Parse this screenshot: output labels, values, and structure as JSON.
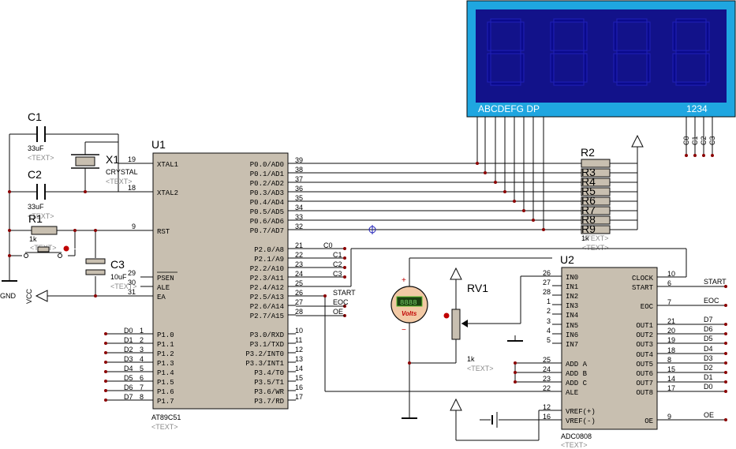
{
  "lcd": {
    "seg_labels": "ABCDEFG  DP",
    "digit_labels": "1234",
    "digit_nets": [
      "C0",
      "C1",
      "C2",
      "C3"
    ]
  },
  "u1": {
    "ref": "U1",
    "part": "AT89C51",
    "text": "<TEXT>",
    "left_pins": [
      {
        "num": "19",
        "name": "XTAL1"
      },
      {
        "num": "18",
        "name": "XTAL2"
      },
      {
        "num": "9",
        "name": "RST"
      },
      {
        "num": "29",
        "name": "PSEN"
      },
      {
        "num": "30",
        "name": "ALE"
      },
      {
        "num": "31",
        "name": "EA"
      }
    ],
    "p1_pins": [
      {
        "num": "1",
        "name": "P1.0",
        "net": "D0"
      },
      {
        "num": "2",
        "name": "P1.1",
        "net": "D1"
      },
      {
        "num": "3",
        "name": "P1.2",
        "net": "D2"
      },
      {
        "num": "4",
        "name": "P1.3",
        "net": "D3"
      },
      {
        "num": "5",
        "name": "P1.4",
        "net": "D4"
      },
      {
        "num": "6",
        "name": "P1.5",
        "net": "D5"
      },
      {
        "num": "7",
        "name": "P1.6",
        "net": "D6"
      },
      {
        "num": "8",
        "name": "P1.7",
        "net": "D7"
      }
    ],
    "p0_pins": [
      {
        "num": "39",
        "name": "P0.0/AD0"
      },
      {
        "num": "38",
        "name": "P0.1/AD1"
      },
      {
        "num": "37",
        "name": "P0.2/AD2"
      },
      {
        "num": "36",
        "name": "P0.3/AD3"
      },
      {
        "num": "35",
        "name": "P0.4/AD4"
      },
      {
        "num": "34",
        "name": "P0.5/AD5"
      },
      {
        "num": "33",
        "name": "P0.6/AD6"
      },
      {
        "num": "32",
        "name": "P0.7/AD7"
      }
    ],
    "p2_pins": [
      {
        "num": "21",
        "name": "P2.0/A8",
        "net": "C0"
      },
      {
        "num": "22",
        "name": "P2.1/A9",
        "net": "C1"
      },
      {
        "num": "23",
        "name": "P2.2/A10",
        "net": "C2"
      },
      {
        "num": "24",
        "name": "P2.3/A11",
        "net": "C3"
      },
      {
        "num": "25",
        "name": "P2.4/A12",
        "net": ""
      },
      {
        "num": "26",
        "name": "P2.5/A13",
        "net": "START"
      },
      {
        "num": "27",
        "name": "P2.6/A14",
        "net": "EOC"
      },
      {
        "num": "28",
        "name": "P2.7/A15",
        "net": "OE"
      }
    ],
    "p3_pins": [
      {
        "num": "10",
        "name": "P3.0/RXD"
      },
      {
        "num": "11",
        "name": "P3.1/TXD"
      },
      {
        "num": "12",
        "name": "P3.2/INT0"
      },
      {
        "num": "13",
        "name": "P3.3/INT1"
      },
      {
        "num": "14",
        "name": "P3.4/T0"
      },
      {
        "num": "15",
        "name": "P3.5/T1"
      },
      {
        "num": "16",
        "name": "P3.6/WR"
      },
      {
        "num": "17",
        "name": "P3.7/RD"
      }
    ]
  },
  "u2": {
    "ref": "U2",
    "part": "ADC0808",
    "text": "<TEXT>",
    "left_pins": [
      {
        "num": "26",
        "name": "IN0"
      },
      {
        "num": "27",
        "name": "IN1"
      },
      {
        "num": "28",
        "name": "IN2"
      },
      {
        "num": "1",
        "name": "IN3"
      },
      {
        "num": "2",
        "name": "IN4"
      },
      {
        "num": "3",
        "name": "IN5"
      },
      {
        "num": "4",
        "name": "IN6"
      },
      {
        "num": "5",
        "name": "IN7"
      },
      {
        "num": "25",
        "name": "ADD A"
      },
      {
        "num": "24",
        "name": "ADD B"
      },
      {
        "num": "23",
        "name": "ADD C"
      },
      {
        "num": "22",
        "name": "ALE"
      },
      {
        "num": "12",
        "name": "VREF(+)"
      },
      {
        "num": "16",
        "name": "VREF(-)"
      }
    ],
    "right_pins": [
      {
        "num": "10",
        "name": "CLOCK",
        "net": ""
      },
      {
        "num": "6",
        "name": "START",
        "net": "START"
      },
      {
        "num": "7",
        "name": "EOC",
        "net": "EOC"
      },
      {
        "num": "21",
        "name": "OUT1",
        "net": "D7"
      },
      {
        "num": "20",
        "name": "OUT2",
        "net": "D6"
      },
      {
        "num": "19",
        "name": "OUT3",
        "net": "D5"
      },
      {
        "num": "18",
        "name": "OUT4",
        "net": "D4"
      },
      {
        "num": "8",
        "name": "OUT5",
        "net": "D3"
      },
      {
        "num": "15",
        "name": "OUT6",
        "net": "D2"
      },
      {
        "num": "14",
        "name": "OUT7",
        "net": "D1"
      },
      {
        "num": "17",
        "name": "OUT8",
        "net": "D0"
      },
      {
        "num": "9",
        "name": "OE",
        "net": "OE"
      }
    ]
  },
  "components": {
    "c1": {
      "ref": "C1",
      "value": "33uF",
      "text": "<TEXT>"
    },
    "c2": {
      "ref": "C2",
      "value": "33uF",
      "text": "<TEXT>"
    },
    "c3": {
      "ref": "C3",
      "value": "10uF",
      "text": "<TEXT>"
    },
    "x1": {
      "ref": "X1",
      "value": "CRYSTAL",
      "text": "<TEXT>"
    },
    "r1": {
      "ref": "R1",
      "value": "1k",
      "text": "<TEXT>"
    },
    "r2": {
      "ref": "R2",
      "value": "1k",
      "text": "<TEXT>",
      "stack": [
        "R3",
        "R4",
        "R5",
        "R6",
        "R7",
        "R8",
        "R9"
      ]
    },
    "rv1": {
      "ref": "RV1",
      "value": "1k",
      "text": "<TEXT>"
    },
    "voltmeter": {
      "label": "Volts",
      "display": "8888"
    },
    "gnd": "GND",
    "vcc": "VCC"
  }
}
